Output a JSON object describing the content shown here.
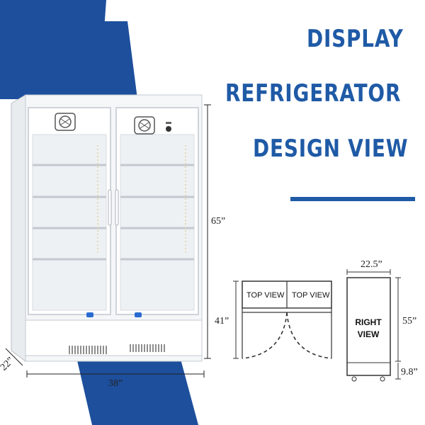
{
  "title": {
    "line1": "DISPLAY",
    "line2": "REFRIGERATOR",
    "line3": "DESIGN VIEW"
  },
  "dimensions": {
    "height": "65”",
    "width": "38”",
    "depth": "22”",
    "top_depth": "41”",
    "side_width": "22.5”",
    "side_height": "55”",
    "base_height": "9.8”"
  },
  "diagrams": {
    "top_view_left": "TOP VIEW",
    "top_view_right": "TOP VIEW",
    "right_view_line1": "RIGHT",
    "right_view_line2": "VIEW"
  },
  "colors": {
    "brand_blue": "#1f5aa6",
    "band_blue": "#1d4f9c"
  }
}
